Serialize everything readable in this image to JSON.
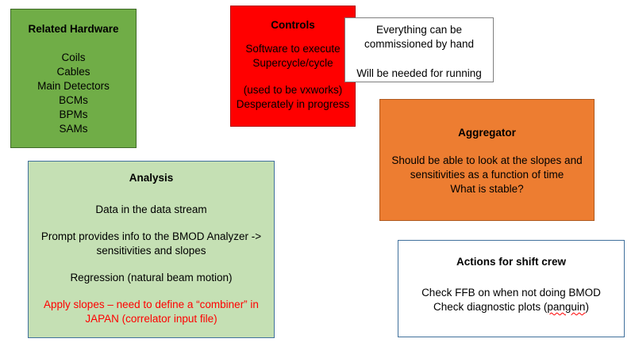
{
  "related_hardware": {
    "title": "Related Hardware",
    "items": [
      "Coils",
      "Cables",
      "Main Detectors",
      "BCMs",
      "BPMs",
      "SAMs"
    ]
  },
  "controls": {
    "title": "Controls",
    "line1": "Software to execute",
    "line2": "Supercycle/cycle",
    "line3": "(used to be vxworks)",
    "line4": "Desperately in progress"
  },
  "everything_note": {
    "line1": "Everything can be",
    "line2": "commissioned by hand",
    "line3": "Will be needed for running"
  },
  "aggregator": {
    "title": "Aggregator",
    "line1": "Should be able to look at the slopes and",
    "line2": "sensitivities as a function of time",
    "line3": "What is stable?"
  },
  "analysis": {
    "title": "Analysis",
    "p1": "Data in the data stream",
    "p2_line1": "Prompt provides info to the BMOD Analyzer ->",
    "p2_line2": "sensitivities and slopes",
    "p3": "Regression (natural beam motion)",
    "p4_line1": "Apply slopes – need to define a “combiner” in",
    "p4_line2": "JAPAN (correlator input file)"
  },
  "shift_crew": {
    "title": "Actions for shift crew",
    "line1": "Check FFB on when not doing BMOD",
    "line2_prefix": "Check diagnostic plots (",
    "line2_word": "panguin",
    "line2_suffix": ")"
  },
  "colors": {
    "related_hardware_bg": "#70ad47",
    "controls_bg": "#ff0000",
    "aggregator_bg": "#ed7d31",
    "analysis_bg": "#c5e0b4",
    "analysis_highlight_text": "#ff0000"
  }
}
